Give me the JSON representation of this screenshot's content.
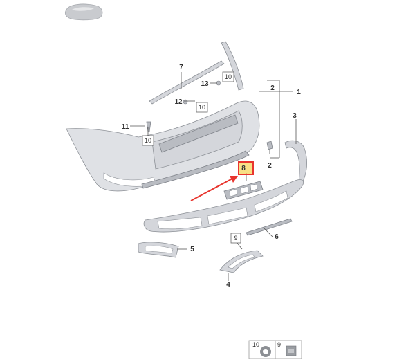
{
  "callouts": {
    "c1": "1",
    "c2a": "2",
    "c2b": "2",
    "c3": "3",
    "c4": "4",
    "c5": "5",
    "c6": "6",
    "c7": "7",
    "c8": "8",
    "c11": "11",
    "c12": "12",
    "c13": "13",
    "b10a": "10",
    "b10b": "10",
    "b10c": "10",
    "b9": "9"
  },
  "legend": {
    "box10": "10",
    "box9": "9"
  },
  "highlight": {
    "color": "#e8352e",
    "highlighted_part": "8"
  },
  "icons": {
    "thumbnail": "car-thumbnail-icon",
    "pointer": "red-arrow-icon"
  }
}
